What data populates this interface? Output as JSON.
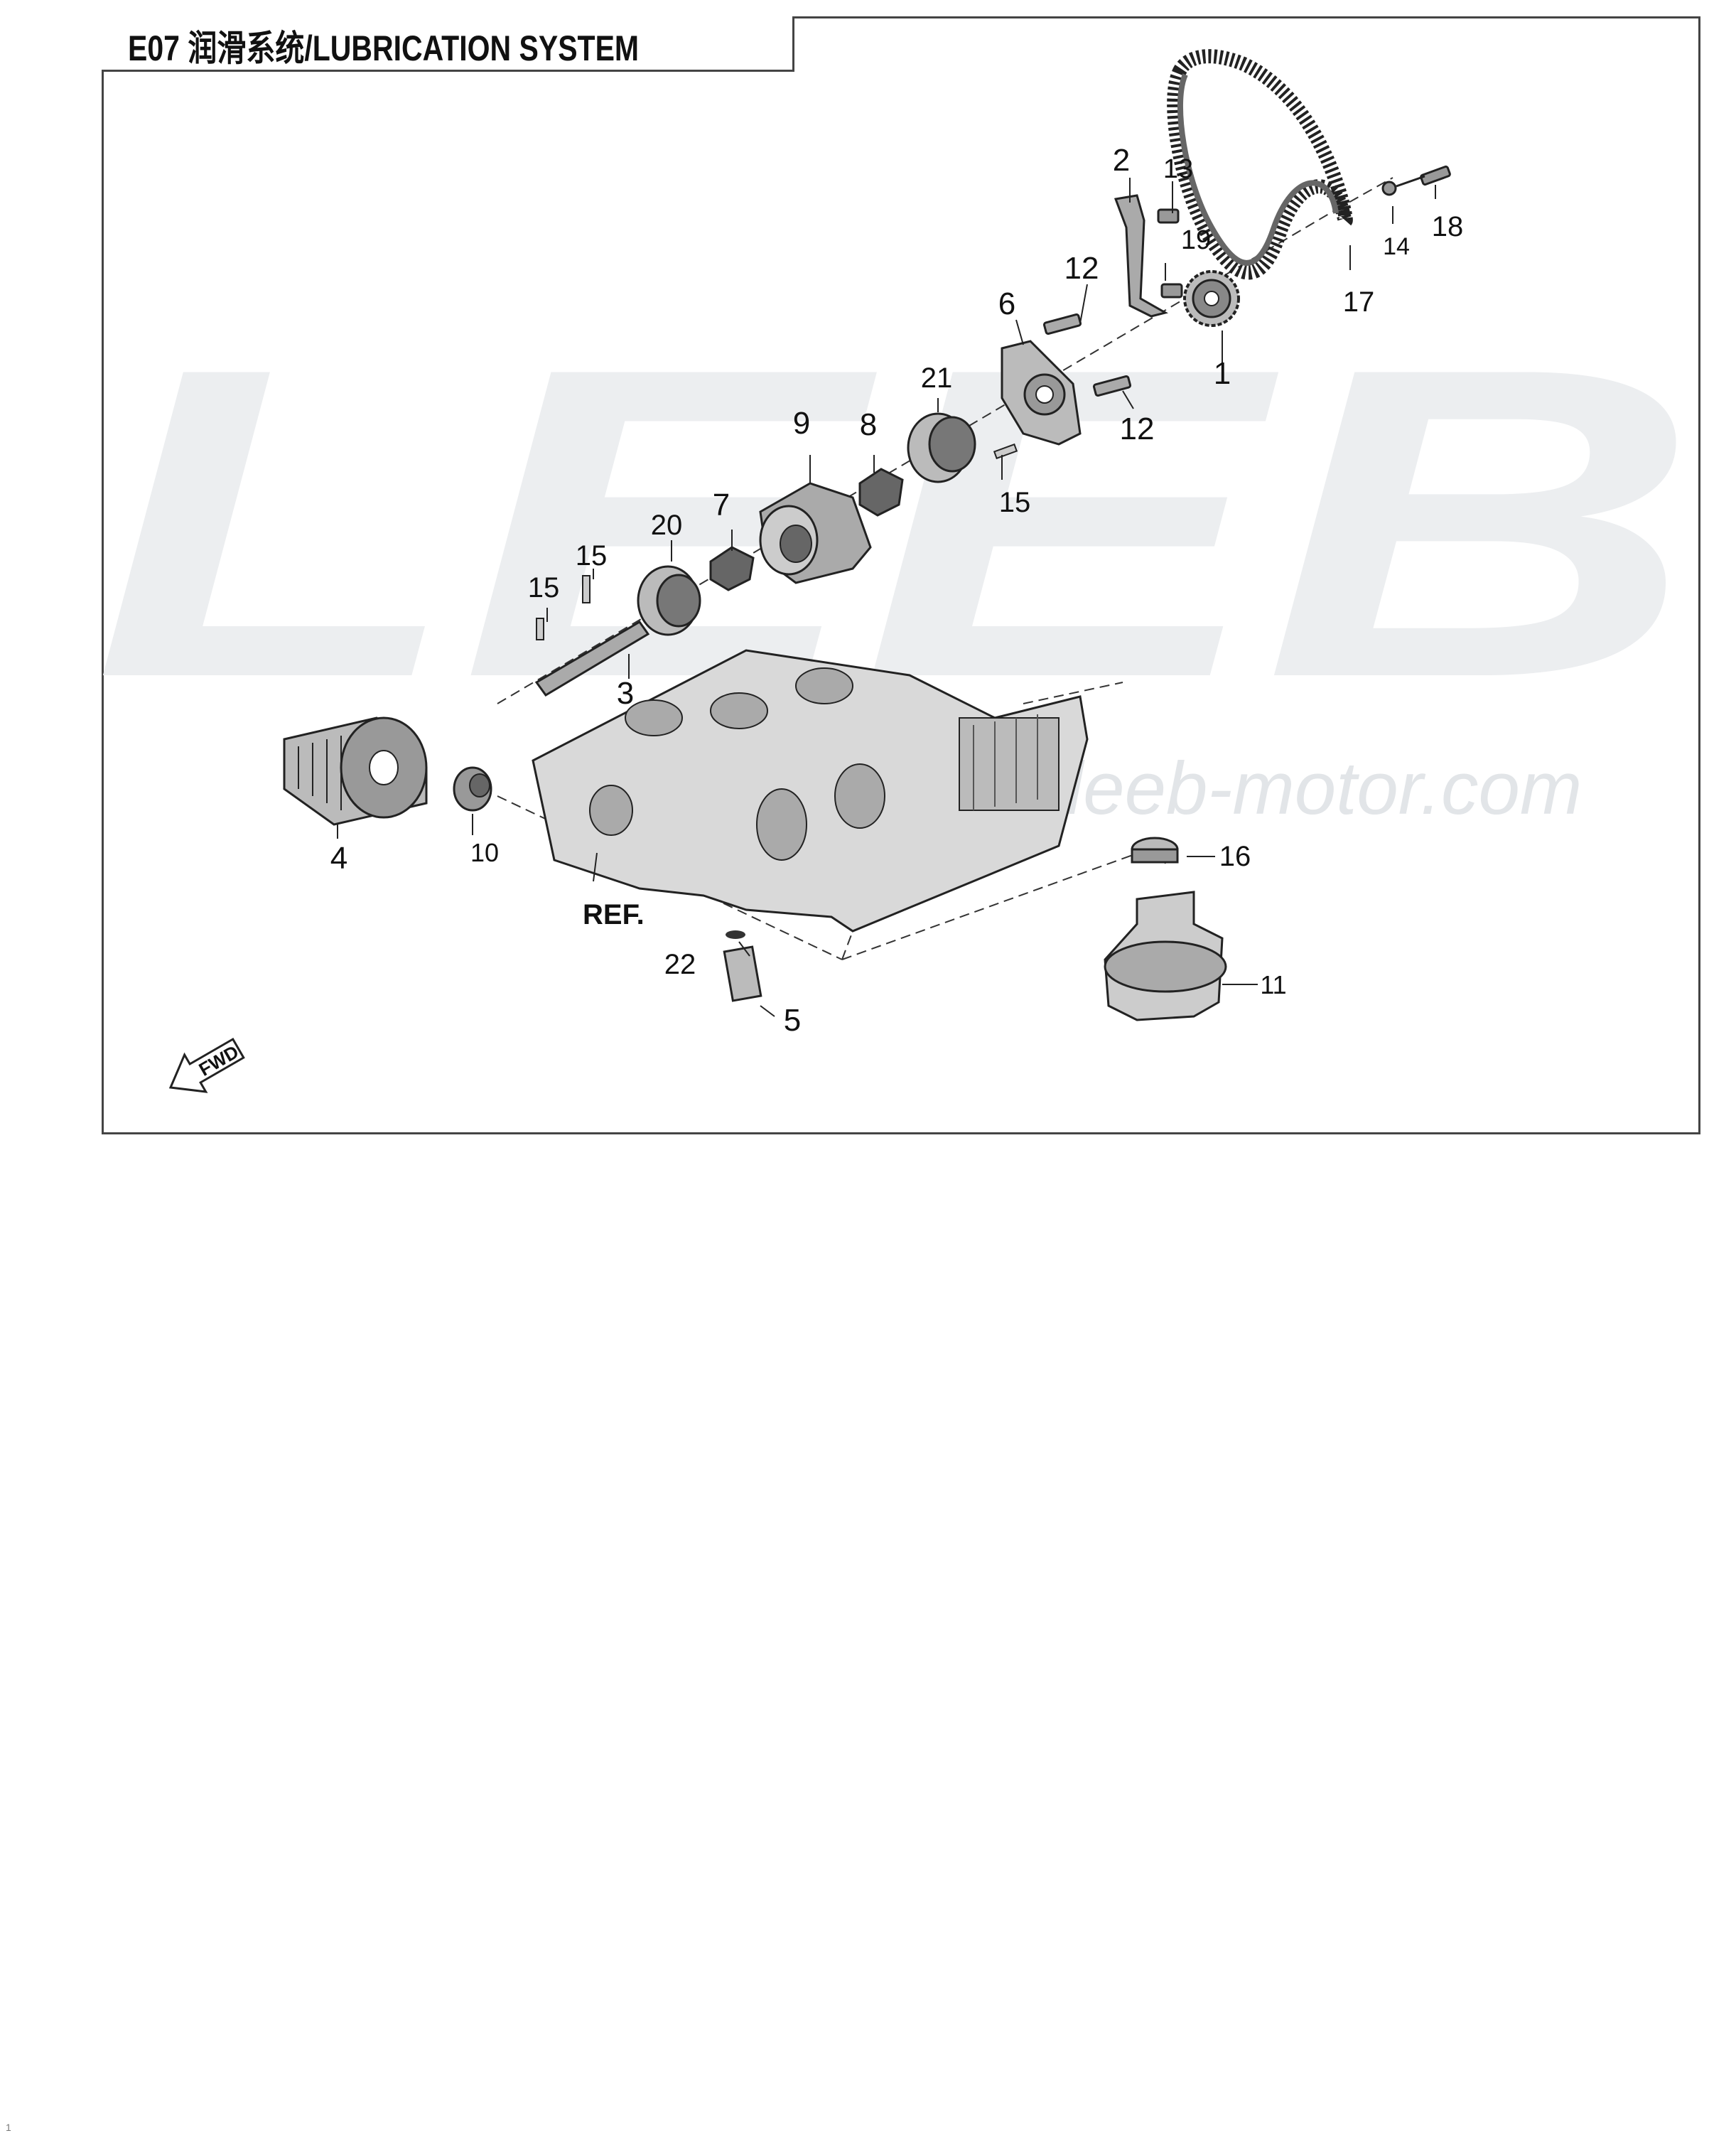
{
  "title": "E07 润滑系统/LUBRICATION SYSTEM",
  "watermark": {
    "logo_text": "LEEB",
    "url_text": "www.leeb-motor.com",
    "color": "#e9ecef"
  },
  "ref_label": "REF.",
  "fwd_label": "FWD",
  "callouts": [
    {
      "id": "c1",
      "text": "1"
    },
    {
      "id": "c2",
      "text": "2"
    },
    {
      "id": "c3",
      "text": "3"
    },
    {
      "id": "c4",
      "text": "4"
    },
    {
      "id": "c5",
      "text": "5"
    },
    {
      "id": "c6",
      "text": "6"
    },
    {
      "id": "c7",
      "text": "7"
    },
    {
      "id": "c8",
      "text": "8"
    },
    {
      "id": "c9",
      "text": "9"
    },
    {
      "id": "c10",
      "text": "10"
    },
    {
      "id": "c11",
      "text": "11"
    },
    {
      "id": "c12a",
      "text": "12"
    },
    {
      "id": "c12b",
      "text": "12"
    },
    {
      "id": "c13",
      "text": "13"
    },
    {
      "id": "c14",
      "text": "14"
    },
    {
      "id": "c15a",
      "text": "15"
    },
    {
      "id": "c15b",
      "text": "15"
    },
    {
      "id": "c15c",
      "text": "15"
    },
    {
      "id": "c16",
      "text": "16"
    },
    {
      "id": "c17",
      "text": "17"
    },
    {
      "id": "c18",
      "text": "18"
    },
    {
      "id": "c19",
      "text": "19"
    },
    {
      "id": "c20",
      "text": "20"
    },
    {
      "id": "c21",
      "text": "21"
    },
    {
      "id": "c22",
      "text": "22"
    }
  ],
  "page_number": "1"
}
